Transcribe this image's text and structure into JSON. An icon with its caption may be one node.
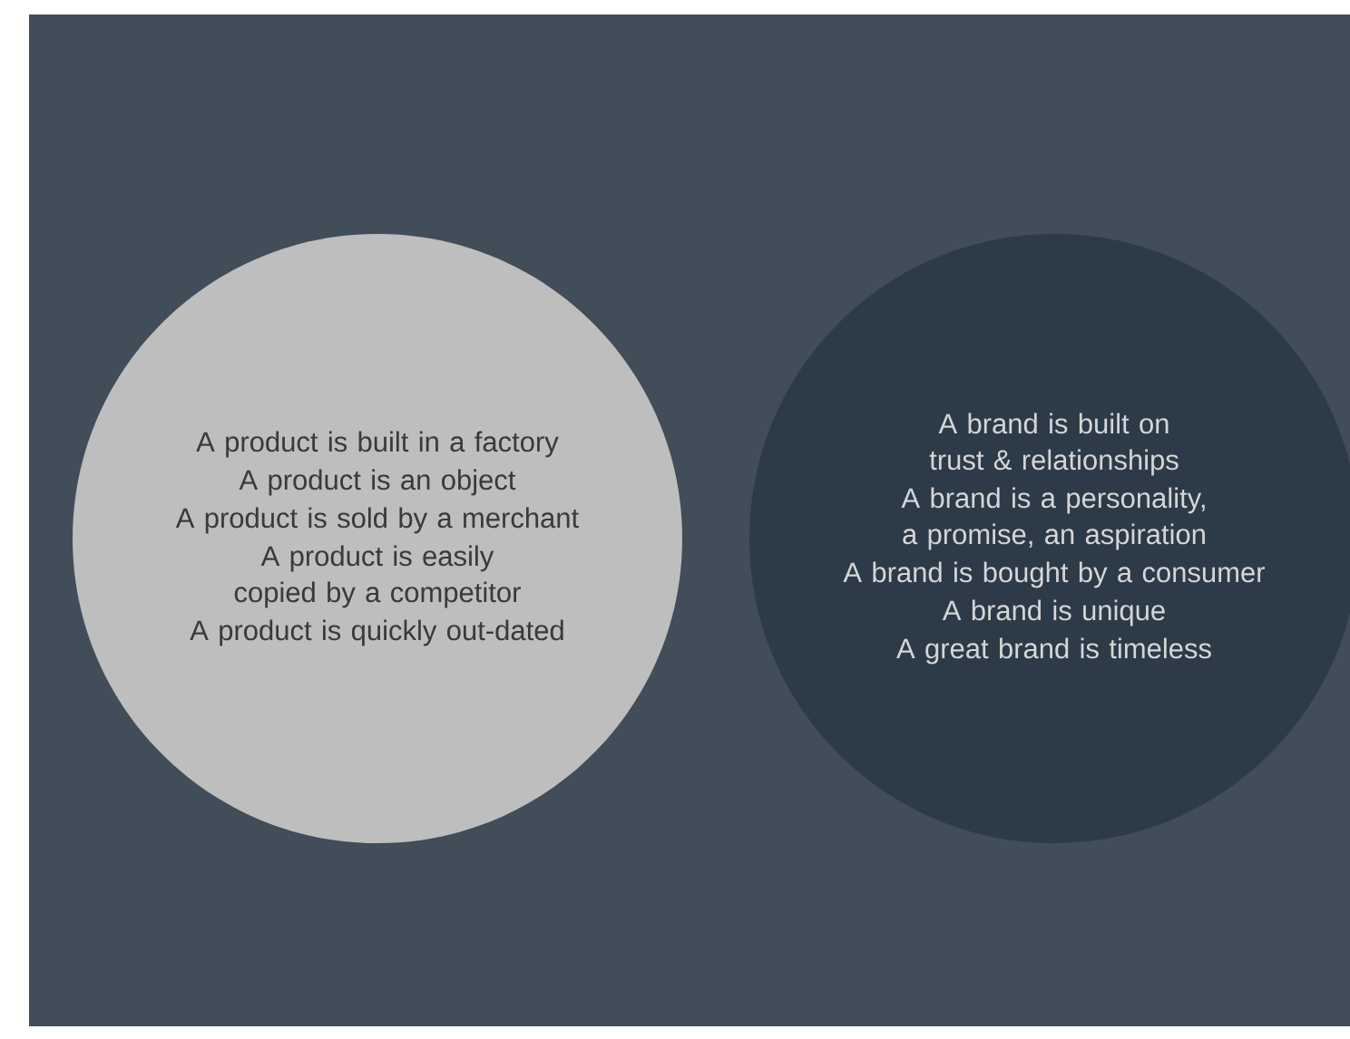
{
  "diagram": {
    "nodes": [
      {
        "text": [
          "A product is built in a factory",
          "A product is an object",
          "A product is sold by a merchant",
          "A product is easily copied by a competitor",
          "A product is quickly out-dated"
        ]
      },
      {
        "text": [
          "A brand is built on trust & relationships",
          "A brand is a personality, a promise, an aspiration",
          "A brand is bought by a consumer",
          "A brand is unique",
          "A great brand is timeless"
        ]
      }
    ]
  }
}
